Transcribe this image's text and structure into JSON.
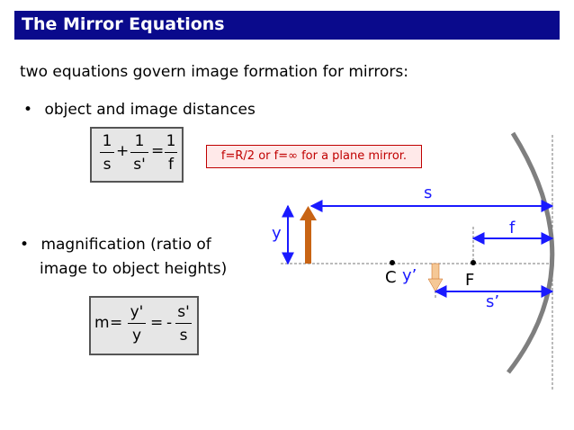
{
  "slide": {
    "title": "The Mirror Equations",
    "intro": "two equations govern image formation for mirrors:",
    "bullet_char": "•",
    "bullet1": "object and image distances",
    "bullet2_line1": "magnification (ratio of",
    "bullet2_line2": "image to object heights)"
  },
  "equation1": {
    "term1_num": "1",
    "term1_den": "s",
    "plus": "+",
    "term2_num": "1",
    "term2_den": "s'",
    "equals": "=",
    "term3_num": "1",
    "term3_den": "f"
  },
  "equation2": {
    "lhs": "m",
    "equals1": "=",
    "term1_num": "y'",
    "term1_den": "y",
    "equals2": "=",
    "minus": "-",
    "term2_num": "s'",
    "term2_den": "s"
  },
  "note": "f=R/2 or f=∞ for a plane mirror.",
  "diagram": {
    "label_s": "s",
    "label_f": "f",
    "label_s_prime": "s’",
    "label_y": "y",
    "label_y_prime": "y’",
    "label_C": "C",
    "label_F": "F",
    "colors": {
      "blue": "#1a1aff",
      "object": "#c86414",
      "image": "#f5c896",
      "mirror": "#7f7f7f"
    }
  }
}
